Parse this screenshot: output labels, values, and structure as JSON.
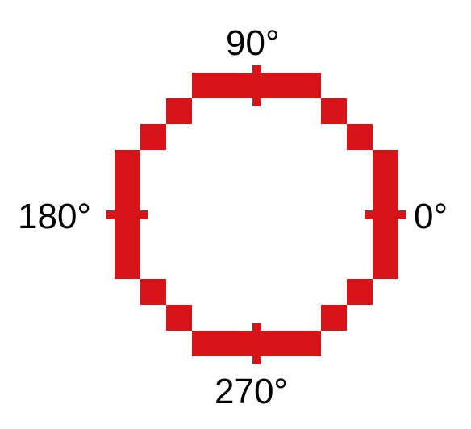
{
  "colors": {
    "ring": "#d71419",
    "background": "#ffffff",
    "text": "#000000"
  },
  "labels": {
    "deg_90": "90°",
    "deg_0": "0°",
    "deg_180": "180°",
    "deg_270": "270°"
  }
}
